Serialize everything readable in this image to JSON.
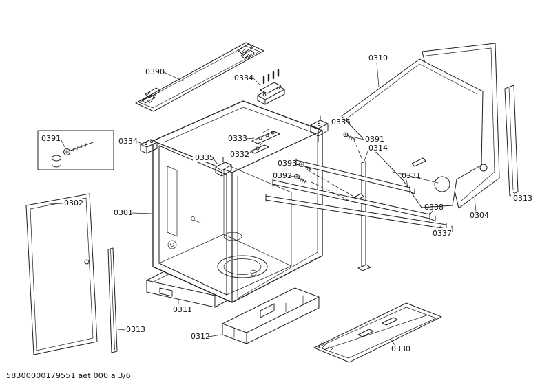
{
  "colors": {
    "line": "#1f1f1f",
    "background": "#ffffff",
    "text": "#111111"
  },
  "footer": {
    "doc_code": "58300000179551 aet 000 a 3/6"
  },
  "labels": [
    {
      "text": "0390"
    },
    {
      "text": "0334"
    },
    {
      "text": "0310"
    },
    {
      "text": "0391"
    },
    {
      "text": "0334"
    },
    {
      "text": "0335"
    },
    {
      "text": "0333"
    },
    {
      "text": "0332"
    },
    {
      "text": "0391"
    },
    {
      "text": "0314"
    },
    {
      "text": "0393"
    },
    {
      "text": "0392"
    },
    {
      "text": "0331"
    },
    {
      "text": "0335"
    },
    {
      "text": "0302"
    },
    {
      "text": "0301"
    },
    {
      "text": "0338"
    },
    {
      "text": "0304"
    },
    {
      "text": "0313"
    },
    {
      "text": "0337"
    },
    {
      "text": "0311"
    },
    {
      "text": "0313"
    },
    {
      "text": "0312"
    },
    {
      "text": "0330"
    }
  ]
}
